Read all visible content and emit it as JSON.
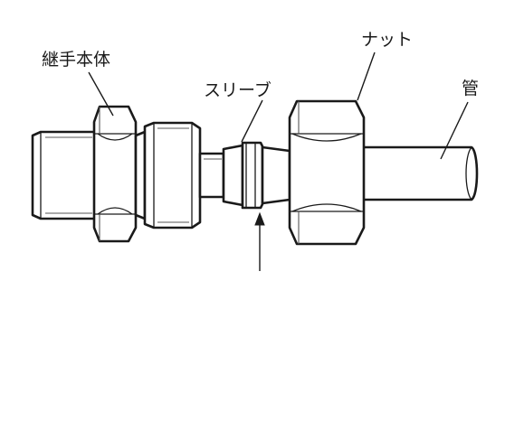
{
  "labels": {
    "body": "継手本体",
    "sleeve": "スリーブ",
    "nut": "ナット",
    "pipe": "管"
  },
  "colors": {
    "line": "#1a1a1a",
    "background": "#ffffff"
  }
}
